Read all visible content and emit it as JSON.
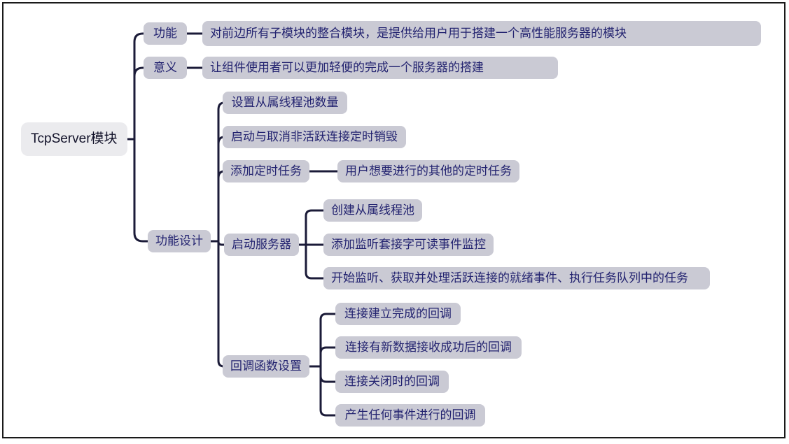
{
  "mindmap": {
    "root": {
      "label": "TcpServer模块"
    },
    "branches": [
      {
        "label": "功能",
        "children": [
          {
            "label": "对前边所有子模块的整合模块，是提供给用户用于搭建一个高性能服务器的模块"
          }
        ]
      },
      {
        "label": "意义",
        "children": [
          {
            "label": "让组件使用者可以更加轻便的完成一个服务器的搭建"
          }
        ]
      },
      {
        "label": "功能设计",
        "children": [
          {
            "label": "设置从属线程池数量"
          },
          {
            "label": "启动与取消非活跃连接定时销毁"
          },
          {
            "label": "添加定时任务",
            "children": [
              {
                "label": "用户想要进行的其他的定时任务"
              }
            ]
          },
          {
            "label": "启动服务器",
            "children": [
              {
                "label": "创建从属线程池"
              },
              {
                "label": "添加监听套接字可读事件监控"
              },
              {
                "label": "开始监听、获取并处理活跃连接的就绪事件、执行任务队列中的任务"
              }
            ]
          },
          {
            "label": "回调函数设置",
            "children": [
              {
                "label": "连接建立完成的回调"
              },
              {
                "label": "连接有新数据接收成功后的回调"
              },
              {
                "label": "连接关闭时的回调"
              },
              {
                "label": "产生任何事件进行的回调"
              }
            ]
          }
        ]
      }
    ],
    "colors": {
      "background": "#ffffff",
      "frame_border": "#1a1a1a",
      "node_fill": "#cacad4",
      "root_fill": "#ebebee",
      "node_text": "#232370",
      "root_text": "#101028",
      "connector": "#1b1b38"
    }
  }
}
